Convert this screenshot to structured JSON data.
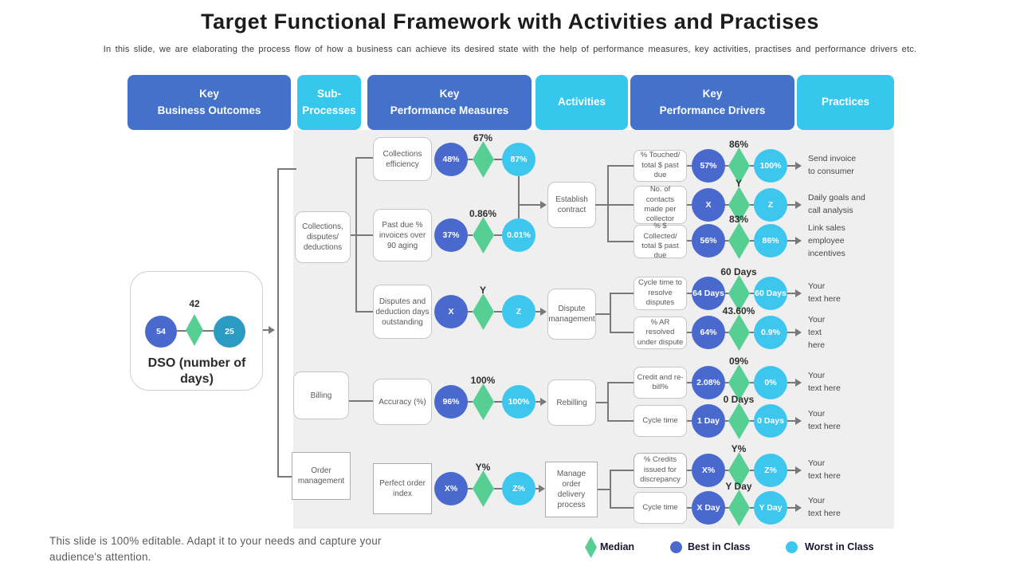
{
  "title": "Target Functional Framework with Activities and Practises",
  "subtitle": "In this slide, we are elaborating the process flow of how a business can achieve its desired state with the help of performance measures, key activities, practises and performance drivers etc.",
  "columns": {
    "business_outcomes": "Key\nBusiness Outcomes",
    "sub_processes": "Sub-\nProcesses",
    "performance_measures": "Key\nPerformance Measures",
    "activities": "Activities",
    "performance_drivers": "Key\nPerformance Drivers",
    "practices": "Practices"
  },
  "dso": {
    "best": "54",
    "median": "42",
    "worst": "25",
    "label": "DSO (number of days)"
  },
  "sub_processes": [
    "Collections, disputes/ deductions",
    "Billing",
    "Order management"
  ],
  "measures": [
    {
      "box": "Collections efficiency",
      "best": "48%",
      "median": "67%",
      "worst": "87%"
    },
    {
      "box": "Past due % invoices over 90 aging",
      "best": "37%",
      "median": "0.86%",
      "worst": "0.01%"
    },
    {
      "box": "Disputes and deduction days outstanding",
      "best": "X",
      "median": "Y",
      "worst": "Z"
    },
    {
      "box": "Accuracy (%)",
      "best": "96%",
      "median": "100%",
      "worst": "100%"
    },
    {
      "box": "Perfect order index",
      "best": "X%",
      "median": "Y%",
      "worst": "Z%"
    }
  ],
  "activities": [
    "Establish contract",
    "Dispute management",
    "Rebilling",
    "Manage order delivery process"
  ],
  "drivers": [
    {
      "box": "% Touched/ total $ past due",
      "best": "57%",
      "median": "86%",
      "worst": "100%",
      "practice": "Send invoice\nto consumer"
    },
    {
      "box": "No. of contacts made per collector",
      "best": "X",
      "median": "Y",
      "worst": "Z",
      "practice": "Daily goals and\ncall analysis"
    },
    {
      "box": "% $ Collected/ total $ past due",
      "best": "56%",
      "median": "83%",
      "worst": "86%",
      "practice": "Link sales\nemployee\nincentives"
    },
    {
      "box": "Cycle time to resolve disputes",
      "best": "64 Days",
      "median": "60 Days",
      "worst": "60 Days",
      "practice": "Your\ntext here"
    },
    {
      "box": "% AR resolved under dispute",
      "best": "64%",
      "median": "43.60%",
      "worst": "0.9%",
      "practice": "Your\ntext\nhere"
    },
    {
      "box": "Credit and re-bill%",
      "best": "2.08%",
      "median": "09%",
      "worst": "0%",
      "practice": "Your\ntext here"
    },
    {
      "box": "Cycle time",
      "best": "1 Day",
      "median": "0 Days",
      "worst": "0 Days",
      "practice": "Your\ntext here"
    },
    {
      "box": "% Credits issued for discrepancy",
      "best": "X%",
      "median": "Y%",
      "worst": "Z%",
      "practice": "Your\ntext here"
    },
    {
      "box": "Cycle time",
      "best": "X Day",
      "median": "Y Day",
      "worst": "Y Day",
      "practice": "Your\ntext here"
    }
  ],
  "legend": {
    "median": "Median",
    "best": "Best in Class",
    "worst": "Worst in Class"
  },
  "footer": "This slide is 100% editable. Adapt it to your needs and capture your audience's attention.",
  "colors": {
    "best_in_class": "#4a69ce",
    "worst_in_class": "#3ec7ee",
    "median": "#57cf92",
    "header_blue": "#4471ca",
    "header_cyan": "#35c8ec",
    "dso_worst": "#2c9bc4"
  }
}
